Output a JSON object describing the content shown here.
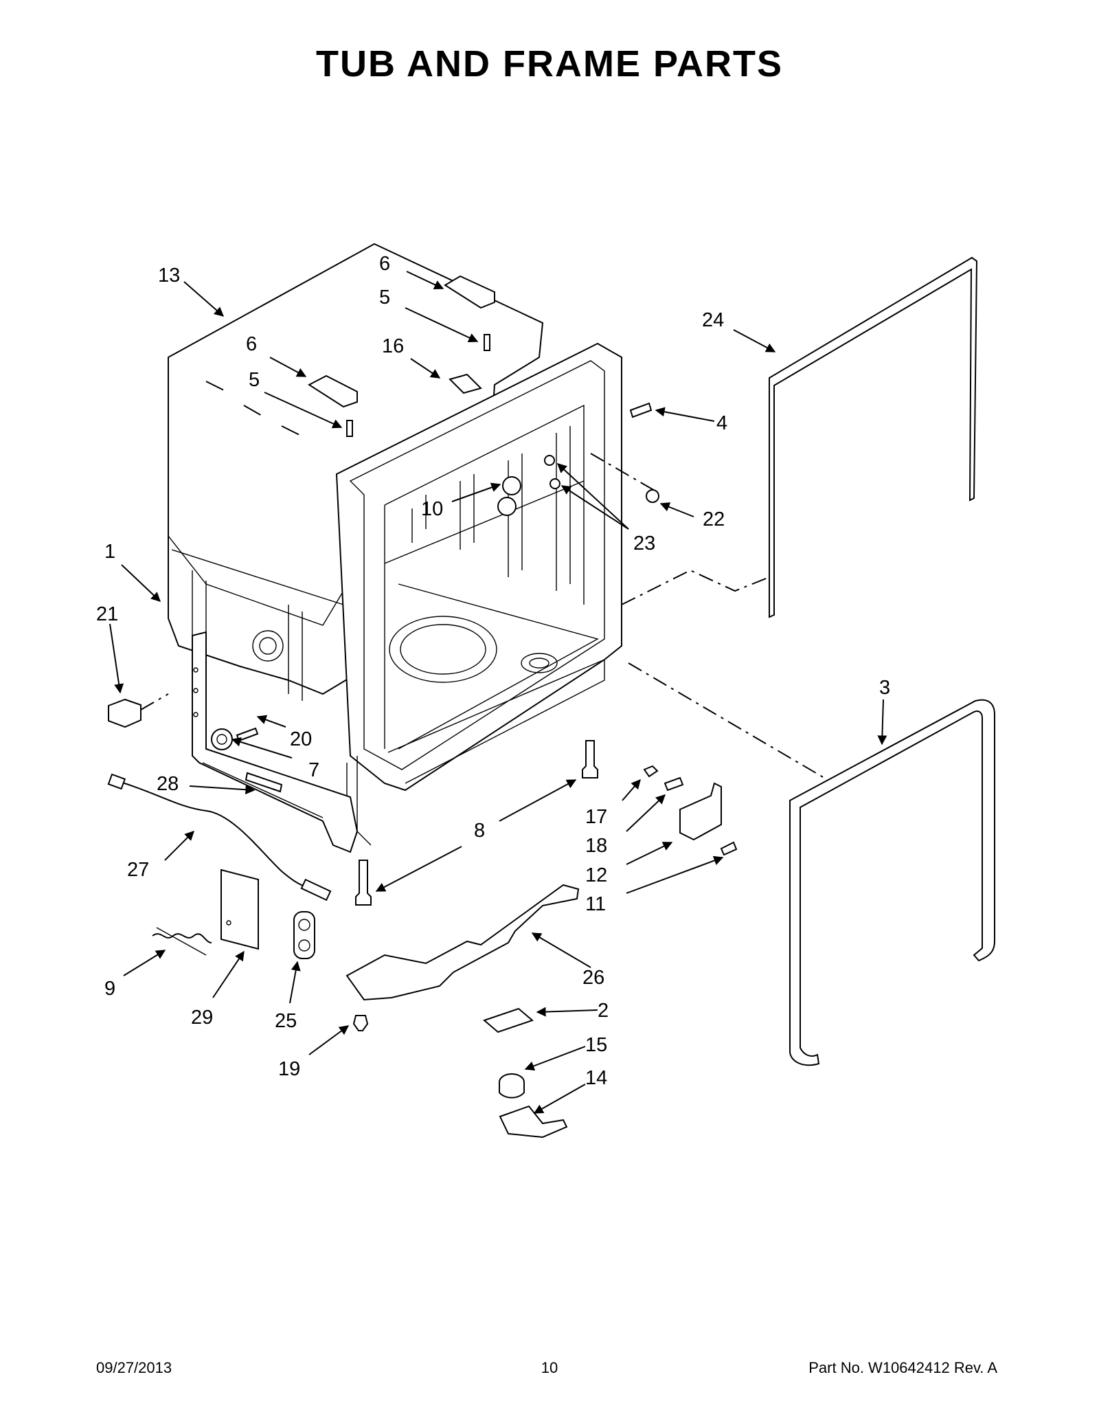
{
  "title": "TUB AND FRAME PARTS",
  "footer": {
    "date": "09/27/2013",
    "page": "10",
    "part_no": "Part No.  W10642412   Rev.  A"
  },
  "callouts": {
    "c1": "1",
    "c2": "2",
    "c3": "3",
    "c4": "4",
    "c5a": "5",
    "c5b": "5",
    "c6a": "6",
    "c6b": "6",
    "c7": "7",
    "c8": "8",
    "c9": "9",
    "c10": "10",
    "c11": "11",
    "c12": "12",
    "c13": "13",
    "c14": "14",
    "c15": "15",
    "c16": "16",
    "c17": "17",
    "c18": "18",
    "c19": "19",
    "c20": "20",
    "c21": "21",
    "c22": "22",
    "c23": "23",
    "c24": "24",
    "c25": "25",
    "c26": "26",
    "c27": "27",
    "c28": "28",
    "c29": "29"
  }
}
